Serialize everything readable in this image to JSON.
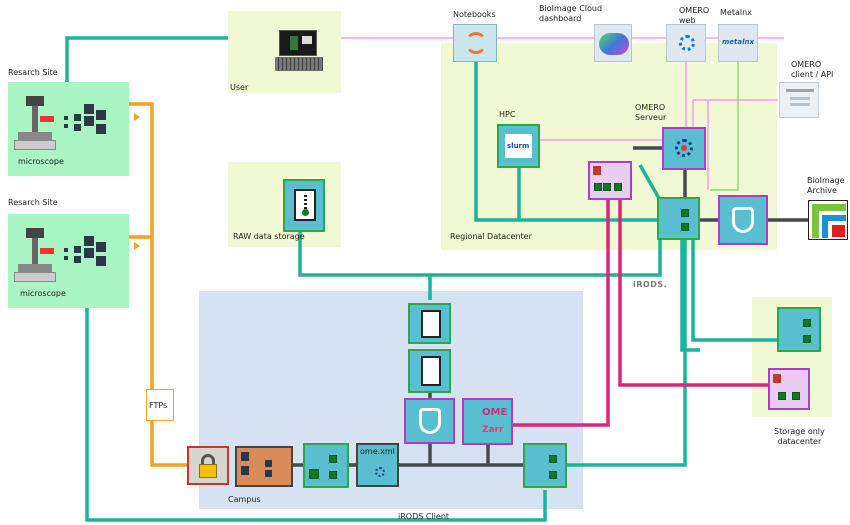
{
  "labels": {
    "research_site_1": "Resarch Site",
    "research_site_2": "Resarch Site",
    "microscope_1": "microscope",
    "microscope_2": "microscope",
    "user": "User",
    "notebooks": "Notebooks",
    "bioimage_cloud": "BioImage Cloud\ndashboard",
    "omero_web": "OMERO\nweb",
    "metalnx": "Metalnx",
    "omero_client": "OMERO\nclient / API",
    "hpc": "HPC",
    "omero_server": "OMERO\nServeur",
    "regional_datacenter": "Regional Datacenter",
    "raw_storage": "RAW data storage",
    "bioimage_archive": "BioImage\nArchive",
    "irods_logo": "iRODS.",
    "storage_only": "Storage only\ndatacenter",
    "ftps": "FTPs",
    "campus": "Campus",
    "ome_xml": "ome.xml",
    "irods_client": "iRODS Client",
    "ome_logo": "OME",
    "zarr_logo": "Zarr",
    "slurm": "slurm",
    "metalnx_logo": "metalnx"
  },
  "colors": {
    "teal_line": "#1bb39a",
    "orange_line": "#f4a21e",
    "pink_line": "#d9287a",
    "light_pink_line": "#f0a0e8",
    "green_zone": "#f0f9d4",
    "blue_zone": "#d6e1f2",
    "microscope_zone": "#a9f5c4",
    "tile_teal": "#59bfd0",
    "tile_green_border": "#2ea64a"
  },
  "icons": [
    "laptop-icon",
    "microscope-icon",
    "lock-icon",
    "archive-icon",
    "flask-icon",
    "omero-icon",
    "notebook-icon"
  ]
}
